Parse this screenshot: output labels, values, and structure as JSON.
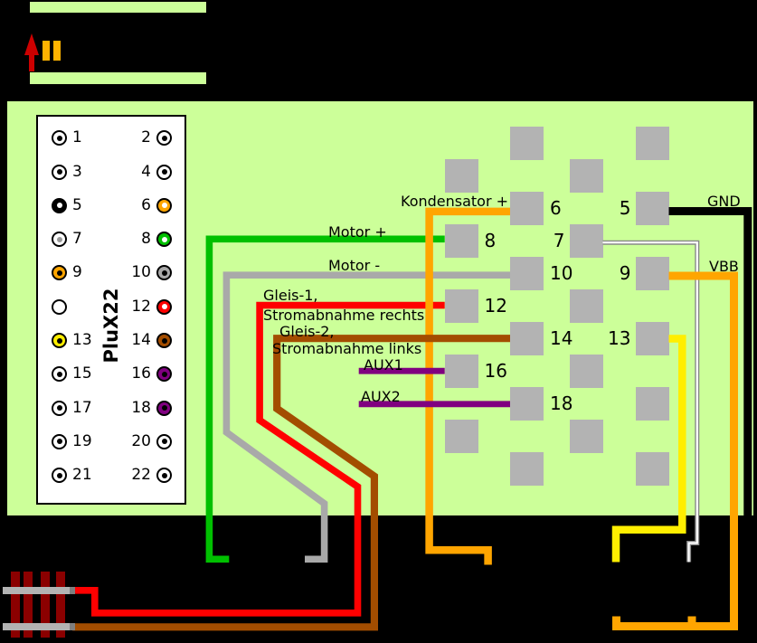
{
  "connector": {
    "name": "PluX22",
    "pins": [
      {
        "number": "1",
        "ring": "#ffffff",
        "dot": "#000000"
      },
      {
        "number": "2",
        "ring": "#ffffff",
        "dot": "#000000"
      },
      {
        "number": "3",
        "ring": "#ffffff",
        "dot": "#000000"
      },
      {
        "number": "4",
        "ring": "#ffffff",
        "dot": "#000000"
      },
      {
        "number": "5",
        "ring": "#000000",
        "dot": "#ffffff"
      },
      {
        "number": "6",
        "ring": "#ffa500",
        "dot": "#ffffff"
      },
      {
        "number": "7",
        "ring": "#ffffff",
        "dot": "#999999"
      },
      {
        "number": "8",
        "ring": "#00c000",
        "dot": "#ffffff"
      },
      {
        "number": "9",
        "ring": "#ffa500",
        "dot": "#000000"
      },
      {
        "number": "10",
        "ring": "#a9a9a9",
        "dot": "#000000"
      },
      {
        "number": "",
        "ring": "#ffffff",
        "dot": ""
      },
      {
        "number": "12",
        "ring": "#ff0000",
        "dot": "#ffffff"
      },
      {
        "number": "13",
        "ring": "#ffee00",
        "dot": "#000000"
      },
      {
        "number": "14",
        "ring": "#a34d00",
        "dot": "#000000"
      },
      {
        "number": "15",
        "ring": "#ffffff",
        "dot": "#000000"
      },
      {
        "number": "16",
        "ring": "#800080",
        "dot": "#000000"
      },
      {
        "number": "17",
        "ring": "#ffffff",
        "dot": "#000000"
      },
      {
        "number": "18",
        "ring": "#800080",
        "dot": "#000000"
      },
      {
        "number": "19",
        "ring": "#ffffff",
        "dot": "#000000"
      },
      {
        "number": "20",
        "ring": "#ffffff",
        "dot": "#000000"
      },
      {
        "number": "21",
        "ring": "#ffffff",
        "dot": "#000000"
      },
      {
        "number": "22",
        "ring": "#ffffff",
        "dot": "#000000"
      }
    ]
  },
  "pads": [
    {
      "col": "A",
      "row": 0,
      "label": ""
    },
    {
      "col": "A",
      "row": 1,
      "label": "8"
    },
    {
      "col": "A",
      "row": 2,
      "label": "12"
    },
    {
      "col": "A",
      "row": 3,
      "label": "16"
    },
    {
      "col": "A",
      "row": 4,
      "label": ""
    },
    {
      "col": "B",
      "row": 0,
      "label": ""
    },
    {
      "col": "B",
      "row": 1,
      "label": "6"
    },
    {
      "col": "B",
      "row": 2,
      "label": "10"
    },
    {
      "col": "B",
      "row": 3,
      "label": "14"
    },
    {
      "col": "B",
      "row": 4,
      "label": "18"
    },
    {
      "col": "B",
      "row": 5,
      "label": ""
    },
    {
      "col": "C",
      "row": 0,
      "label": ""
    },
    {
      "col": "C",
      "row": 1,
      "label": "7"
    },
    {
      "col": "C",
      "row": 2,
      "label": ""
    },
    {
      "col": "C",
      "row": 3,
      "label": ""
    },
    {
      "col": "C",
      "row": 4,
      "label": ""
    },
    {
      "col": "D",
      "row": 0,
      "label": ""
    },
    {
      "col": "D",
      "row": 1,
      "label": "5"
    },
    {
      "col": "D",
      "row": 2,
      "label": "9"
    },
    {
      "col": "D",
      "row": 3,
      "label": "13"
    },
    {
      "col": "D",
      "row": 4,
      "label": ""
    },
    {
      "col": "D",
      "row": 5,
      "label": ""
    }
  ],
  "labels": {
    "kondensator": "Kondensator +",
    "motor_plus": "Motor +",
    "motor_minus": "Motor -",
    "gleis1_line1": "Gleis-1,",
    "gleis1_line2": "Stromabnahme rechts",
    "gleis2_line1": "Gleis-2,",
    "gleis2_line2": "Stromabnahme links",
    "aux1": "AUX1",
    "aux2": "AUX2",
    "gnd": "GND",
    "vbb": "VBB"
  },
  "wires": {
    "motor_plus": {
      "color": "#00c000"
    },
    "motor_minus": {
      "color": "#a9a9a9"
    },
    "gleis1": {
      "color": "#ff0000"
    },
    "gleis2": {
      "color": "#a34d00"
    },
    "kondensator": {
      "color": "#ffa500"
    },
    "vbb": {
      "color": "#ffa500"
    },
    "gnd": {
      "color": "#000000"
    },
    "aux1": {
      "color": "#800080"
    },
    "aux2": {
      "color": "#800080"
    },
    "yellow_output": {
      "color": "#ffee00"
    },
    "white_output_outline": {
      "color": "#888888"
    },
    "white_output": {
      "color": "#ffffff"
    }
  },
  "colors": {
    "background": "#000000",
    "board": "#ccff99",
    "pad": "#b3b3b3",
    "sleeper": "#8b0000",
    "rail": "#b3b3b3",
    "arrow": "#cc0000",
    "buffer": "#ffb300"
  }
}
